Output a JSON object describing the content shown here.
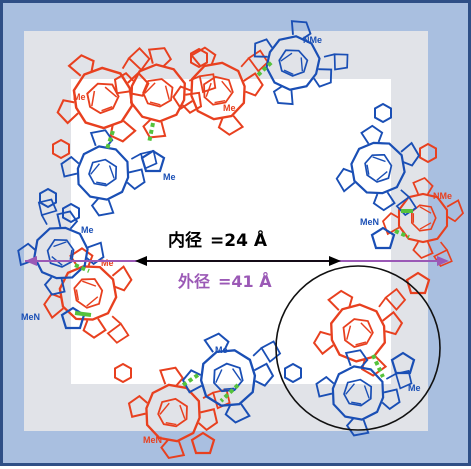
{
  "inner_diameter": {
    "label": "内径",
    "value": "=24 Å"
  },
  "outer_diameter": {
    "label": "外径",
    "value": "=41 Å"
  },
  "colors": {
    "outer_frame": "#a9bfe0",
    "border": "#2f4f86",
    "inner_frame": "#e1e3e8",
    "center_panel": "#ffffff",
    "red_unit": "#e8401f",
    "blue_unit": "#1a4fb5",
    "link": "#55c23c",
    "inner_arrow": "#000000",
    "outer_line": "#9b59b6"
  },
  "substituent_labels": {
    "top_1": "Me",
    "top_2": "Me",
    "top_3": "NMe",
    "left_1": "Me",
    "left_2": "Me",
    "right_1": "NMe",
    "right_2": "MeN",
    "mid_left_1": "Me",
    "mid_left_2": "MeN",
    "bottom_1": "Me",
    "bottom_2": "MeN",
    "bottom_right": "Me"
  }
}
